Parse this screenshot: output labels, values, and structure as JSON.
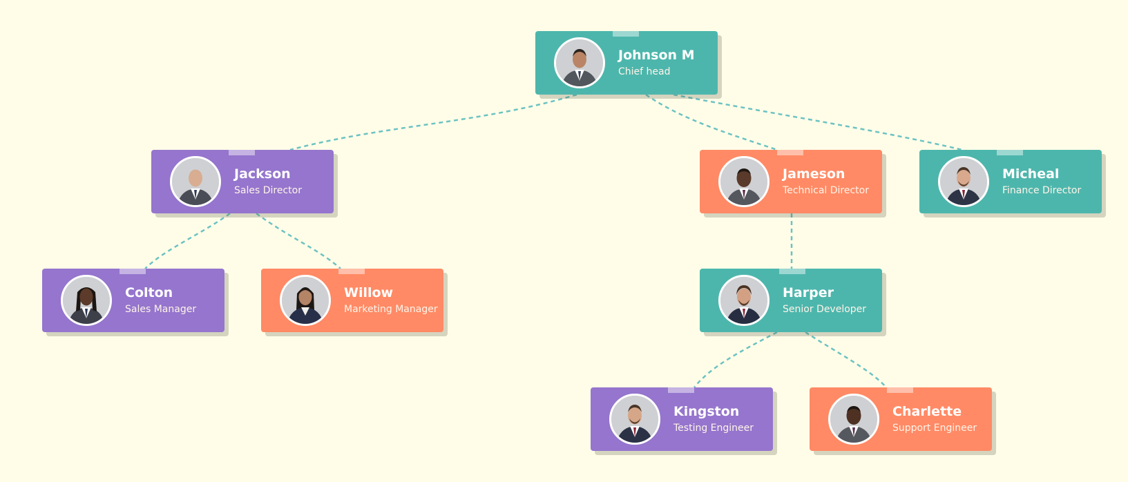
{
  "colors": {
    "background": "#fffde8",
    "teal": "#4db6ac",
    "purple": "#9575cd",
    "orange": "#ff8a65",
    "connector": "#6cc2c2"
  },
  "nodes": [
    {
      "id": "johnson",
      "name": "Johnson M",
      "role": "Chief head",
      "color": "teal",
      "parent": null
    },
    {
      "id": "jackson",
      "name": "Jackson",
      "role": "Sales Director",
      "color": "purple",
      "parent": "johnson"
    },
    {
      "id": "jameson",
      "name": "Jameson",
      "role": "Technical Director",
      "color": "orange",
      "parent": "johnson"
    },
    {
      "id": "micheal",
      "name": "Micheal",
      "role": "Finance Director",
      "color": "teal",
      "parent": "johnson"
    },
    {
      "id": "colton",
      "name": "Colton",
      "role": "Sales Manager",
      "color": "purple",
      "parent": "jackson"
    },
    {
      "id": "willow",
      "name": "Willow",
      "role": "Marketing Manager",
      "color": "orange",
      "parent": "jackson"
    },
    {
      "id": "harper",
      "name": "Harper",
      "role": "Senior Developer",
      "color": "teal",
      "parent": "jameson"
    },
    {
      "id": "kingston",
      "name": "Kingston",
      "role": "Testing Engineer",
      "color": "purple",
      "parent": "harper"
    },
    {
      "id": "charlette",
      "name": "Charlette",
      "role": "Support Engineer",
      "color": "orange",
      "parent": "harper"
    }
  ]
}
